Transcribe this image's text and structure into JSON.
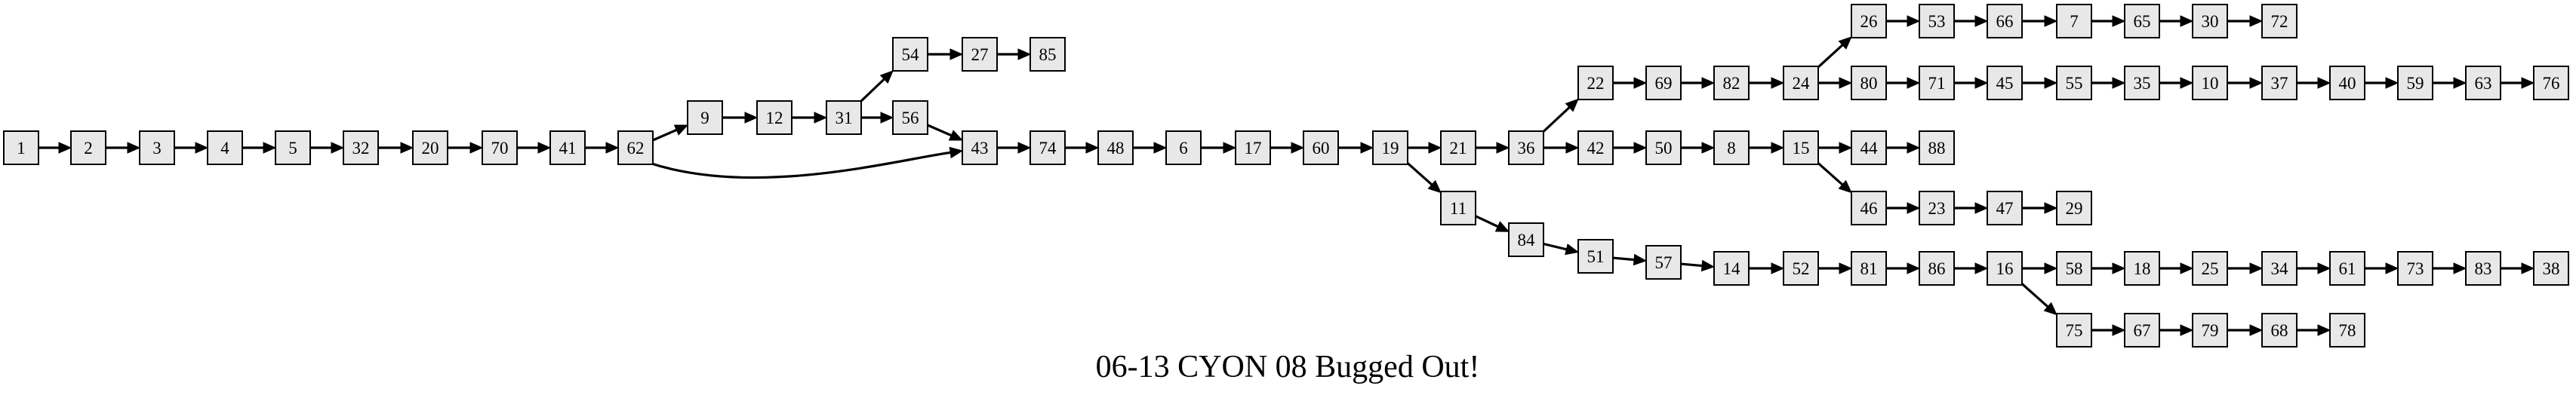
{
  "title": "06-13 CYON 08 Bugged Out!",
  "nodes": [
    "1",
    "2",
    "3",
    "4",
    "5",
    "32",
    "20",
    "70",
    "41",
    "62",
    "9",
    "12",
    "31",
    "54",
    "27",
    "85",
    "56",
    "43",
    "74",
    "48",
    "6",
    "17",
    "60",
    "19",
    "21",
    "36",
    "22",
    "69",
    "82",
    "24",
    "26",
    "53",
    "66",
    "7",
    "65",
    "30",
    "72",
    "80",
    "71",
    "45",
    "55",
    "35",
    "10",
    "37",
    "40",
    "59",
    "63",
    "76",
    "42",
    "50",
    "8",
    "15",
    "44",
    "88",
    "46",
    "23",
    "47",
    "29",
    "11",
    "84",
    "51",
    "57",
    "14",
    "52",
    "81",
    "86",
    "16",
    "58",
    "18",
    "25",
    "34",
    "61",
    "73",
    "83",
    "38",
    "75",
    "67",
    "79",
    "68",
    "78"
  ],
  "edges": [
    [
      "1",
      "2"
    ],
    [
      "2",
      "3"
    ],
    [
      "3",
      "4"
    ],
    [
      "4",
      "5"
    ],
    [
      "5",
      "32"
    ],
    [
      "32",
      "20"
    ],
    [
      "20",
      "70"
    ],
    [
      "70",
      "41"
    ],
    [
      "41",
      "62"
    ],
    [
      "62",
      "9"
    ],
    [
      "62",
      "43"
    ],
    [
      "9",
      "12"
    ],
    [
      "12",
      "31"
    ],
    [
      "31",
      "54"
    ],
    [
      "31",
      "56"
    ],
    [
      "54",
      "27"
    ],
    [
      "27",
      "85"
    ],
    [
      "56",
      "43"
    ],
    [
      "43",
      "74"
    ],
    [
      "74",
      "48"
    ],
    [
      "48",
      "6"
    ],
    [
      "6",
      "17"
    ],
    [
      "17",
      "60"
    ],
    [
      "60",
      "19"
    ],
    [
      "19",
      "21"
    ],
    [
      "19",
      "11"
    ],
    [
      "21",
      "36"
    ],
    [
      "36",
      "22"
    ],
    [
      "36",
      "42"
    ],
    [
      "22",
      "69"
    ],
    [
      "69",
      "82"
    ],
    [
      "82",
      "24"
    ],
    [
      "24",
      "26"
    ],
    [
      "24",
      "80"
    ],
    [
      "26",
      "53"
    ],
    [
      "53",
      "66"
    ],
    [
      "66",
      "7"
    ],
    [
      "7",
      "65"
    ],
    [
      "65",
      "30"
    ],
    [
      "30",
      "72"
    ],
    [
      "80",
      "71"
    ],
    [
      "71",
      "45"
    ],
    [
      "45",
      "55"
    ],
    [
      "55",
      "35"
    ],
    [
      "35",
      "10"
    ],
    [
      "10",
      "37"
    ],
    [
      "37",
      "40"
    ],
    [
      "40",
      "59"
    ],
    [
      "59",
      "63"
    ],
    [
      "63",
      "76"
    ],
    [
      "42",
      "50"
    ],
    [
      "50",
      "8"
    ],
    [
      "8",
      "15"
    ],
    [
      "15",
      "44"
    ],
    [
      "15",
      "46"
    ],
    [
      "44",
      "88"
    ],
    [
      "46",
      "23"
    ],
    [
      "23",
      "47"
    ],
    [
      "47",
      "29"
    ],
    [
      "11",
      "84"
    ],
    [
      "84",
      "51"
    ],
    [
      "51",
      "57"
    ],
    [
      "57",
      "14"
    ],
    [
      "14",
      "52"
    ],
    [
      "52",
      "81"
    ],
    [
      "81",
      "86"
    ],
    [
      "86",
      "16"
    ],
    [
      "16",
      "58"
    ],
    [
      "16",
      "75"
    ],
    [
      "58",
      "18"
    ],
    [
      "18",
      "25"
    ],
    [
      "25",
      "34"
    ],
    [
      "34",
      "61"
    ],
    [
      "61",
      "73"
    ],
    [
      "73",
      "83"
    ],
    [
      "83",
      "38"
    ],
    [
      "75",
      "67"
    ],
    [
      "67",
      "79"
    ],
    [
      "79",
      "68"
    ],
    [
      "68",
      "78"
    ]
  ]
}
